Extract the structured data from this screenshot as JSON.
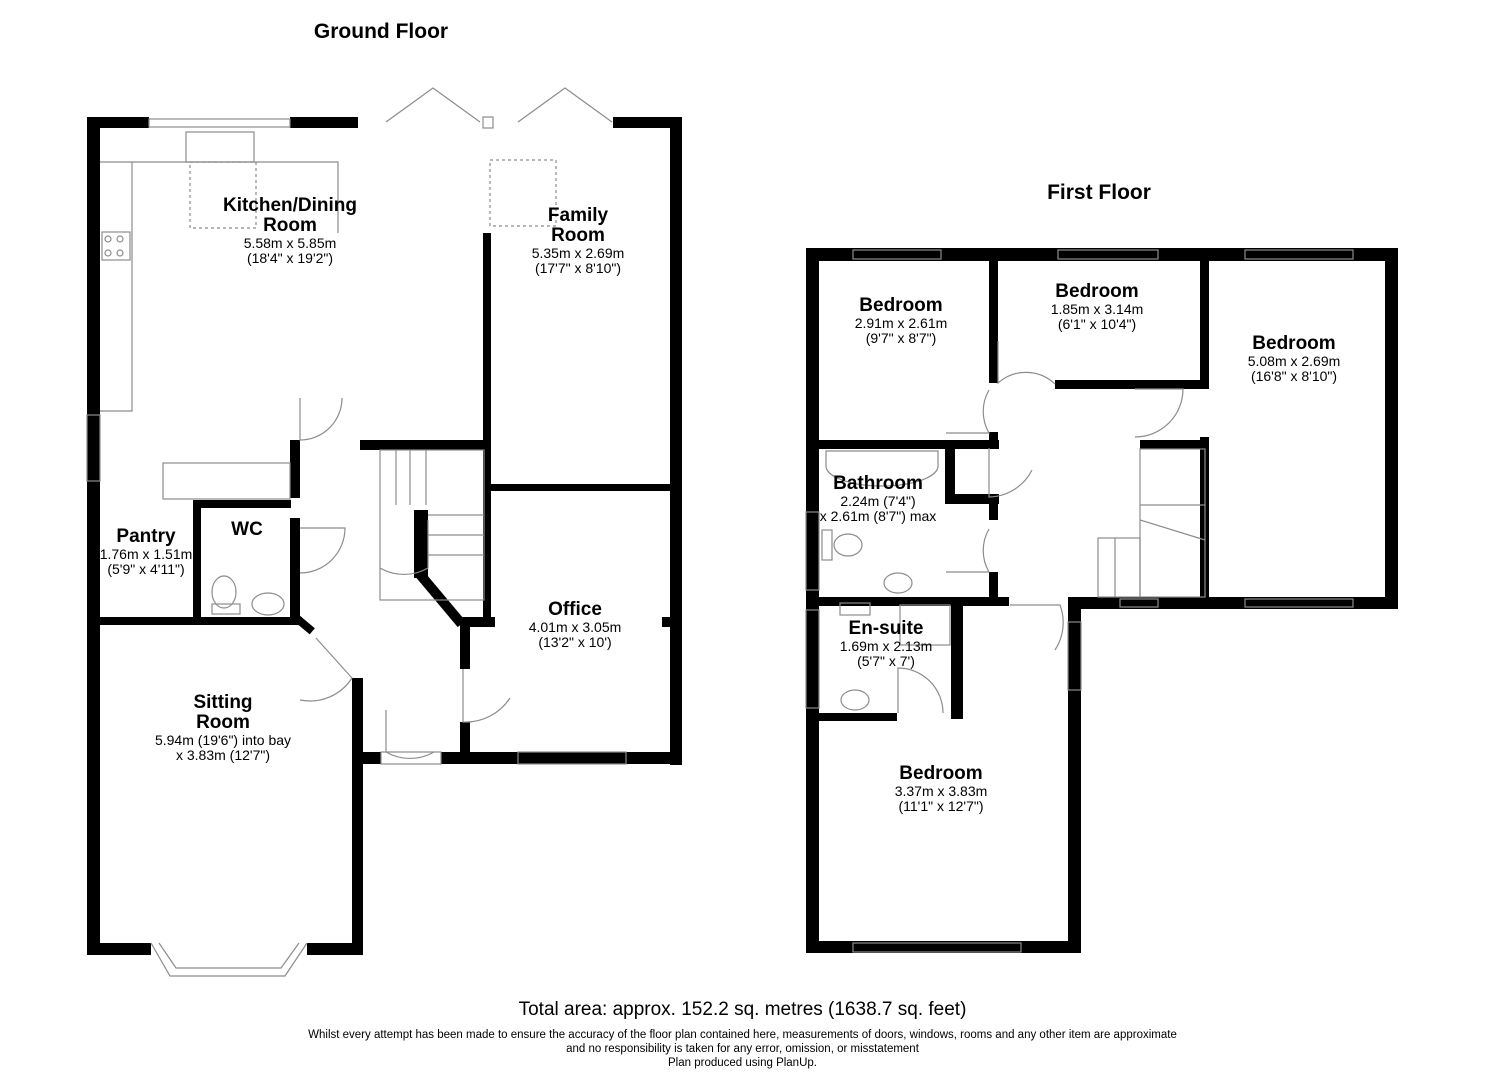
{
  "floors": {
    "ground": {
      "title": "Ground Floor",
      "rooms": [
        {
          "name": "Kitchen/Dining\nRoom",
          "dims": "5.58m x 5.85m\n(18'4\" x 19'2\")"
        },
        {
          "name": "Family\nRoom",
          "dims": "5.35m x 2.69m\n(17'7\" x 8'10\")"
        },
        {
          "name": "Pantry",
          "dims": "1.76m x 1.51m\n(5'9\" x 4'11\")"
        },
        {
          "name": "WC",
          "dims": ""
        },
        {
          "name": "Office",
          "dims": "4.01m x 3.05m\n(13'2\" x 10')"
        },
        {
          "name": "Sitting\nRoom",
          "dims": "5.94m (19'6\") into bay\nx 3.83m (12'7\")"
        }
      ]
    },
    "first": {
      "title": "First Floor",
      "rooms": [
        {
          "name": "Bedroom",
          "dims": "2.91m x 2.61m\n(9'7\" x 8'7\")"
        },
        {
          "name": "Bedroom",
          "dims": "1.85m x 3.14m\n(6'1\" x 10'4\")"
        },
        {
          "name": "Bedroom",
          "dims": "5.08m x 2.69m\n(16'8\" x 8'10\")"
        },
        {
          "name": "Bathroom",
          "dims": "2.24m (7'4\")\nx 2.61m (8'7\") max"
        },
        {
          "name": "En-suite",
          "dims": "1.69m x 2.13m\n(5'7\" x 7')"
        },
        {
          "name": "Bedroom",
          "dims": "3.37m x 3.83m\n(11'1\" x 12'7\")"
        }
      ]
    }
  },
  "footer": {
    "total_area": "Total area: approx. 152.2 sq. metres (1638.7 sq. feet)",
    "disclaimer_line1": "Whilst every attempt has been made to ensure the accuracy of the floor plan contained here, measurements of doors, windows, rooms and any other item are approximate",
    "disclaimer_line2": "and no responsibility is taken for any error, omission, or misstatement",
    "credit": "Plan produced using PlanUp."
  },
  "colors": {
    "wall": "#000000",
    "fixture": "#8c8c8c",
    "background": "#ffffff"
  }
}
